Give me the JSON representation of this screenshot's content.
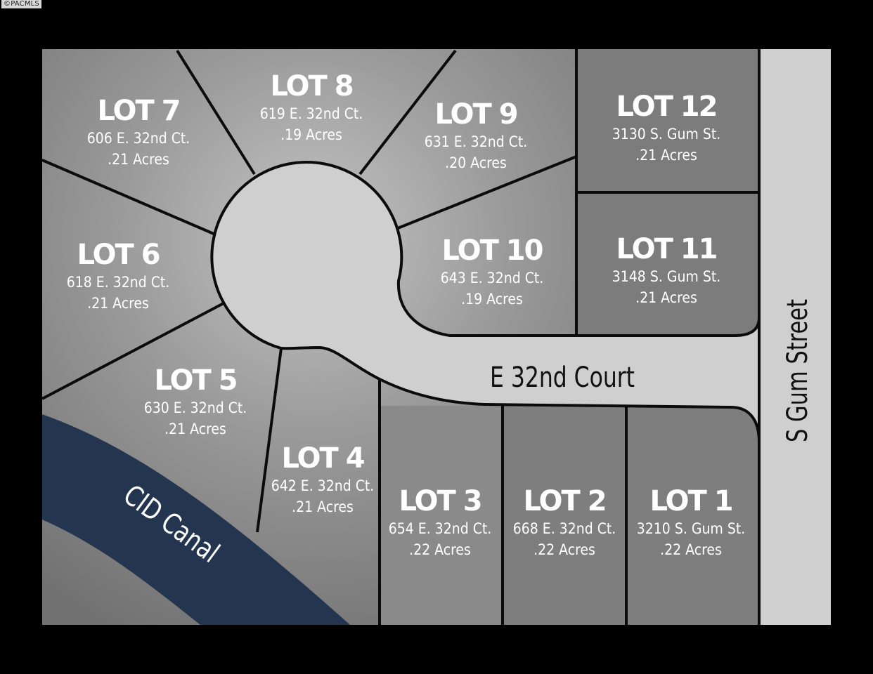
{
  "watermark": "©PACMLS",
  "streets": {
    "court": "E 32nd Court",
    "gum": "S Gum Street"
  },
  "canal": "CID Canal",
  "colors": {
    "background": "#000000",
    "road": "#cfcfcf",
    "canal": "#24364f",
    "lot_dark": "#7f7f7f",
    "lot_light": "#b4b4b4",
    "lines": "#0b0b0b"
  },
  "lots": [
    {
      "title": "LOT 1",
      "address": "3210 S. Gum St.",
      "acres": ".22 Acres"
    },
    {
      "title": "LOT 2",
      "address": "668 E. 32nd Ct.",
      "acres": ".22 Acres"
    },
    {
      "title": "LOT 3",
      "address": "654 E. 32nd Ct.",
      "acres": ".22 Acres"
    },
    {
      "title": "LOT 4",
      "address": "642 E. 32nd Ct.",
      "acres": ".21 Acres"
    },
    {
      "title": "LOT 5",
      "address": "630 E. 32nd Ct.",
      "acres": ".21 Acres"
    },
    {
      "title": "LOT 6",
      "address": "618 E. 32nd Ct.",
      "acres": ".21 Acres"
    },
    {
      "title": "LOT 7",
      "address": "606 E. 32nd Ct.",
      "acres": ".21 Acres"
    },
    {
      "title": "LOT 8",
      "address": "619 E. 32nd Ct.",
      "acres": ".19 Acres"
    },
    {
      "title": "LOT 9",
      "address": "631 E. 32nd Ct.",
      "acres": ".20 Acres"
    },
    {
      "title": "LOT 10",
      "address": "643 E. 32nd Ct.",
      "acres": ".19 Acres"
    },
    {
      "title": "LOT 11",
      "address": "3148 S. Gum St.",
      "acres": ".21 Acres"
    },
    {
      "title": "LOT 12",
      "address": "3130 S. Gum St.",
      "acres": ".21 Acres"
    }
  ]
}
